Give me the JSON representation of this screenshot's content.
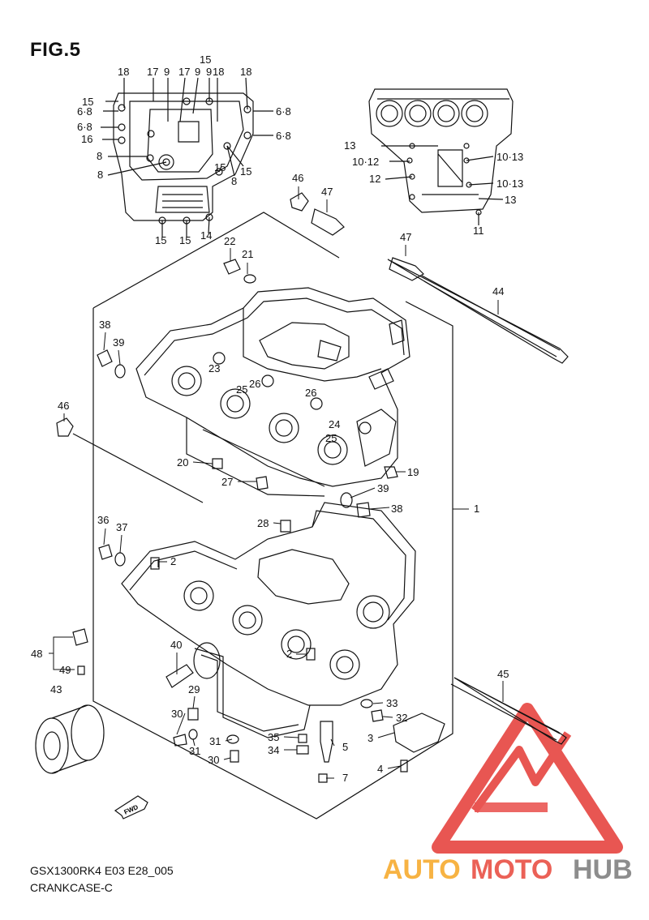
{
  "figure": {
    "title": "FIG.5",
    "model_code": "GSX1300RK4 E03 E28_005",
    "section": "CRANKCASE-C",
    "fwd_label": "FWD"
  },
  "watermark": {
    "part1": "AUTO",
    "part2": "MOTO",
    "part3": "HUB",
    "colors": {
      "triangle": "#e53935",
      "auto": "#f6a623",
      "moto": "#e8463a",
      "hub": "#7a7a7a"
    }
  },
  "callouts": {
    "c1": "18",
    "c2": "17",
    "c3": "9",
    "c4": "17",
    "c5": "9",
    "c6": "15",
    "c7": "9",
    "c8": "18",
    "c9": "18",
    "c10": "15",
    "c11": "6·8",
    "c12": "6·8",
    "c13": "6·8",
    "c14": "6·8",
    "c15": "16",
    "c16": "8",
    "c17": "8",
    "c18": "15",
    "c19": "15",
    "c20": "8",
    "c21": "15",
    "c22": "15",
    "c23": "14",
    "c24": "13",
    "c25": "10·12",
    "c26": "12",
    "c27": "10·13",
    "c28": "10·13",
    "c29": "13",
    "c30": "11",
    "c31": "46",
    "c32": "47",
    "c33": "47",
    "c34": "44",
    "c35": "22",
    "c36": "21",
    "c37": "38",
    "c38": "39",
    "c39": "23",
    "c40": "25",
    "c41": "26",
    "c42": "26",
    "c43": "24",
    "c44": "25",
    "c45": "46",
    "c46": "20",
    "c47": "27",
    "c48": "19",
    "c49": "39",
    "c50": "38",
    "c51": "1",
    "c52": "28",
    "c53": "36",
    "c54": "37",
    "c55": "2",
    "c56": "2",
    "c57": "48",
    "c58": "49",
    "c59": "40",
    "c60": "43",
    "c61": "29",
    "c62": "30",
    "c63": "31",
    "c64": "31",
    "c65": "30",
    "c66": "35",
    "c67": "34",
    "c68": "5",
    "c69": "7",
    "c70": "33",
    "c71": "32",
    "c72": "3",
    "c73": "4",
    "c74": "45"
  }
}
